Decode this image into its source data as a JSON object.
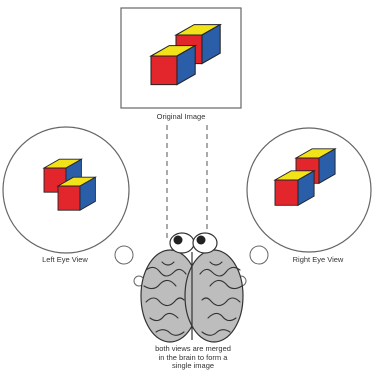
{
  "labels": {
    "original": "Original Image",
    "left_eye": "Left Eye View",
    "right_eye": "Right Eye View"
  },
  "caption": {
    "line1": "both views are merged",
    "line2": "in the brain to form a",
    "line3": "single image"
  },
  "colors": {
    "top": "#f2e21a",
    "front": "#e3262b",
    "side": "#2a5ea8",
    "brain": "#b9b9b9",
    "outline": "#555555"
  }
}
